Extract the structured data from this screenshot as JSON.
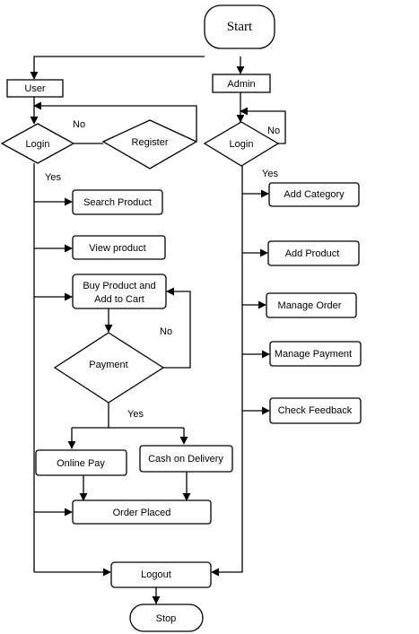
{
  "flowchart": {
    "start": "Start",
    "stop": "Stop",
    "user": "User",
    "admin": "Admin",
    "user_login": "Login",
    "register": "Register",
    "admin_login": "Login",
    "search_product": "Search Product",
    "view_product": "View product",
    "buy_product_line1": "Buy Product and",
    "buy_product_line2": "Add to Cart",
    "payment": "Payment",
    "online_pay": "Online Pay",
    "cash_on_delivery": "Cash on Delivery",
    "order_placed": "Order Placed",
    "logout": "Logout",
    "add_category": "Add Category",
    "add_product": "Add Product",
    "manage_order": "Manage Order",
    "manage_payment": "Manage Payment",
    "check_feedback": "Check Feedback",
    "edge_user_login_no": "No",
    "edge_user_login_yes": "Yes",
    "edge_admin_login_no": "No",
    "edge_admin_login_yes": "Yes",
    "edge_payment_no": "No",
    "edge_payment_yes": "Yes"
  }
}
